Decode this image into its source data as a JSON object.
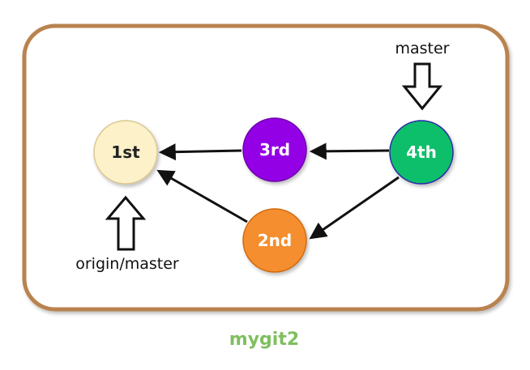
{
  "diagram": {
    "caption": "mygit2",
    "colors": {
      "frame_stroke": "#b9834f",
      "caption": "#7fbf5f",
      "arrow": "#111111"
    },
    "nodes": {
      "first": {
        "label": "1st",
        "fill": "#fdf1c9",
        "text_color": "#222222"
      },
      "second": {
        "label": "2nd",
        "fill": "#f58e2e",
        "text_color": "#ffffff"
      },
      "third": {
        "label": "3rd",
        "fill": "#9400e6",
        "text_color": "#ffffff"
      },
      "fourth": {
        "label": "4th",
        "fill": "#0fbf6a",
        "text_color": "#ffffff"
      }
    },
    "pointers": {
      "master": {
        "label": "master",
        "icon": "down-arrow-icon"
      },
      "origin_master": {
        "label": "origin/master",
        "icon": "up-arrow-icon"
      }
    }
  }
}
